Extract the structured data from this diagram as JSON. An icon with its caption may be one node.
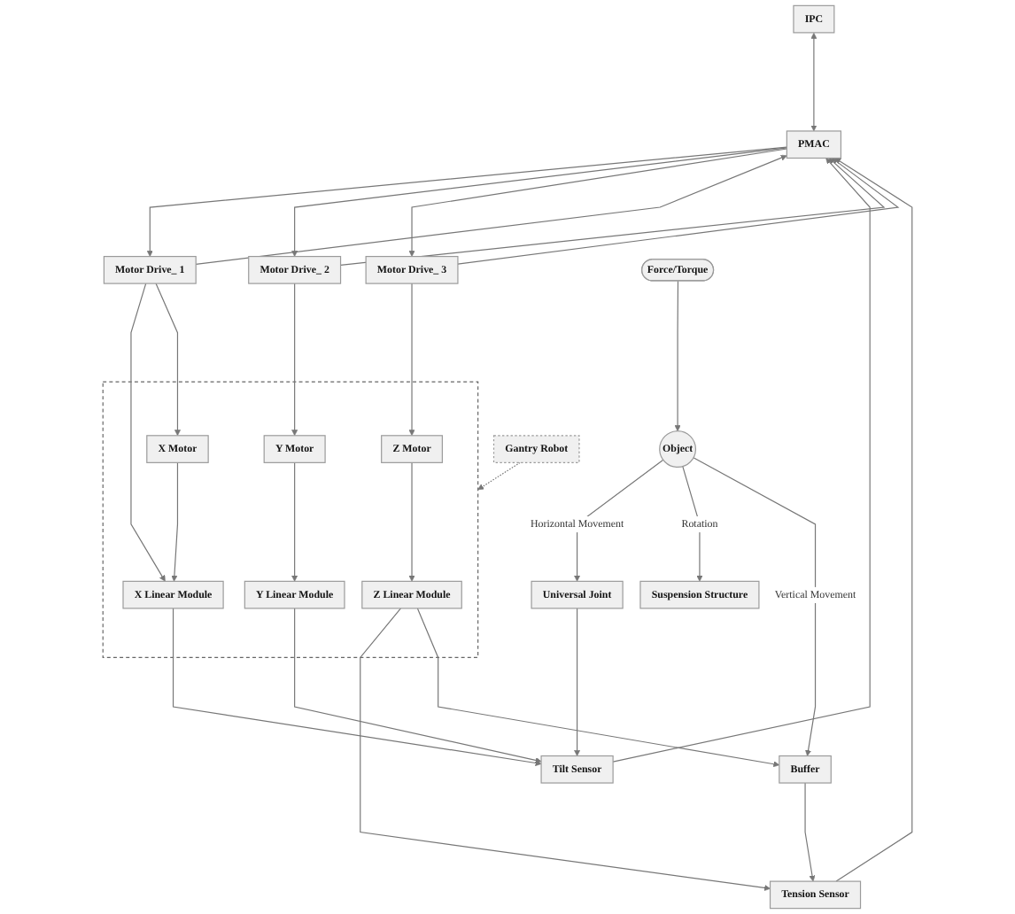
{
  "diagram": {
    "nodes": [
      {
        "text": [
          "IPC"
        ]
      },
      {
        "text": [
          "Tilt Sensor"
        ]
      },
      {
        "text": [
          "PMAC"
        ]
      },
      {
        "text": [
          "Tension Sensor"
        ]
      },
      {
        "text": [
          "Motor Drive_ 1"
        ]
      },
      {
        "text": [
          "Motor Drive_ 2"
        ]
      },
      {
        "text": [
          "Motor Drive_ 3"
        ]
      },
      {
        "text": [],
        "shape": "box"
      },
      {
        "text": [
          "X Linear Module"
        ],
        "in": 7
      },
      {
        "text": [
          "Y Linear Module"
        ],
        "in": 7
      },
      {
        "text": [
          "Z Linear Module"
        ],
        "in": 7
      },
      {
        "text": [
          "X Motor"
        ],
        "in": 7
      },
      {
        "text": [
          "Y Motor"
        ],
        "in": 7
      },
      {
        "text": [
          "Z Motor"
        ],
        "in": 7
      },
      {
        "text": [
          "Universal Joint"
        ]
      },
      {
        "text": [
          "Suspension Structure"
        ]
      },
      {
        "text": [
          "Buffer"
        ]
      },
      {
        "text": [
          "Gantry Robot"
        ]
      },
      {
        "text": [
          "Object"
        ]
      },
      {
        "text": [
          "Force/Torque"
        ]
      }
    ],
    "edges": [
      {
        "from": 0,
        "to": 2,
        "arrow": "both"
      },
      {
        "from": 1,
        "to": 2,
        "arrow": "to"
      },
      {
        "from": 3,
        "to": 2,
        "arrow": "to"
      },
      {
        "from": 2,
        "to": 4,
        "arrow": "to"
      },
      {
        "from": 4,
        "to": 2,
        "arrow": "to"
      },
      {
        "from": 2,
        "to": 5,
        "arrow": "to"
      },
      {
        "from": 5,
        "to": 2,
        "arrow": "to"
      },
      {
        "from": 2,
        "to": 6,
        "arrow": "to"
      },
      {
        "from": 6,
        "to": 2,
        "arrow": "to"
      },
      {
        "from": 4,
        "to": 8,
        "arrow": "to"
      },
      {
        "from": 4,
        "to": 11,
        "arrow": "to"
      },
      {
        "from": 5,
        "to": 12,
        "arrow": "to"
      },
      {
        "from": 6,
        "to": 13,
        "arrow": "to"
      },
      {
        "from": 11,
        "to": 8,
        "arrow": "to"
      },
      {
        "from": 12,
        "to": 9,
        "arrow": "to"
      },
      {
        "from": 13,
        "to": 10,
        "arrow": "to"
      },
      {
        "from": 8,
        "to": 1,
        "arrow": "to"
      },
      {
        "from": 9,
        "to": 1,
        "arrow": "to"
      },
      {
        "from": 14,
        "to": 1,
        "arrow": "to"
      },
      {
        "from": 10,
        "to": 3,
        "arrow": "to"
      },
      {
        "from": 16,
        "to": 3,
        "arrow": "to"
      },
      {
        "from": 10,
        "to": 16,
        "arrow": "to"
      },
      {
        "from": 17,
        "to": 7,
        "arrow": "to",
        "style": "dashed"
      },
      {
        "from": 18,
        "to": 14,
        "arrow": "to",
        "label": "Horizontal Movement"
      },
      {
        "from": 18,
        "to": 15,
        "arrow": "to",
        "label": "Rotation"
      },
      {
        "from": 18,
        "to": 16,
        "arrow": "to",
        "label": "Vertical Movement"
      },
      {
        "from": 19,
        "to": 18,
        "arrow": "to"
      }
    ]
  }
}
